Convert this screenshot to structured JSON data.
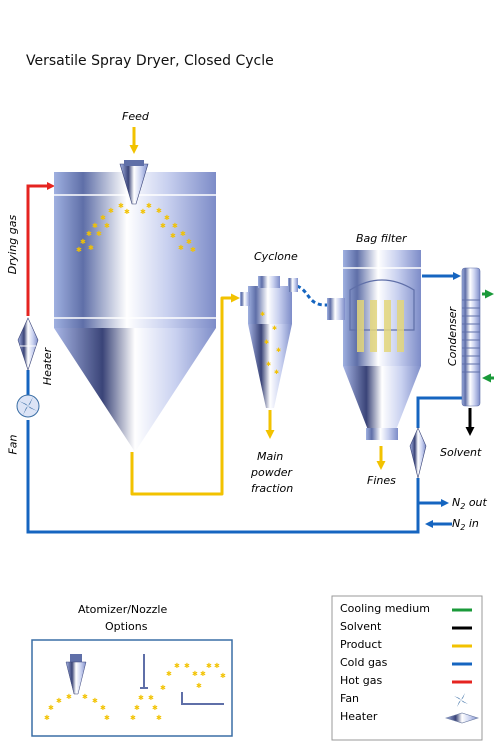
{
  "title": "Versatile Spray Dryer, Closed Cycle",
  "labels": {
    "feed": "Feed",
    "drying_gas": "Drying gas",
    "heater": "Heater",
    "fan": "Fan",
    "cyclone": "Cyclone",
    "bag_filter": "Bag filter",
    "condenser": "Condenser",
    "main_powder": "Main",
    "main_powder_2": "powder",
    "main_powder_3": "fraction",
    "fines": "Fines",
    "solvent": "Solvent",
    "n2_out_base": "N",
    "n2_out_sub": "2",
    "n2_out_suffix": " out",
    "n2_in_base": "N",
    "n2_in_sub": "2",
    "n2_in_suffix": "  in"
  },
  "options_box": {
    "title_line1": "Atomizer/Nozzle",
    "title_line2": "Options"
  },
  "legend": {
    "items": [
      {
        "label": "Cooling medium",
        "color": "#1a9a3a",
        "kind": "line"
      },
      {
        "label": "Solvent",
        "color": "#000000",
        "kind": "line"
      },
      {
        "label": "Product",
        "color": "#f2c200",
        "kind": "line"
      },
      {
        "label": "Cold gas",
        "color": "#1565c0",
        "kind": "line"
      },
      {
        "label": "Hot gas",
        "color": "#e52420",
        "kind": "line"
      },
      {
        "label": "Fan",
        "color": "#3a6ea5",
        "kind": "fan-icon"
      },
      {
        "label": "Heater",
        "color": "#6a7aa0",
        "kind": "heater-icon"
      }
    ]
  },
  "colors": {
    "cold_gas": "#1565c0",
    "hot_gas": "#e52420",
    "product": "#f2c200",
    "solvent": "#000000",
    "cooling": "#1a9a3a",
    "box_border": "#3a6ea5"
  }
}
